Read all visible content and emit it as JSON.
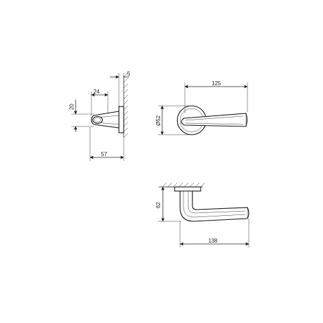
{
  "drawing": {
    "side_view": {
      "dim_depth": "5",
      "dim_grip": "24",
      "dim_height": "20",
      "dim_projection": "57"
    },
    "front_view": {
      "dim_length": "125",
      "dim_rose": "Ø52"
    },
    "top_view": {
      "dim_offset": "62",
      "dim_total": "138"
    }
  }
}
